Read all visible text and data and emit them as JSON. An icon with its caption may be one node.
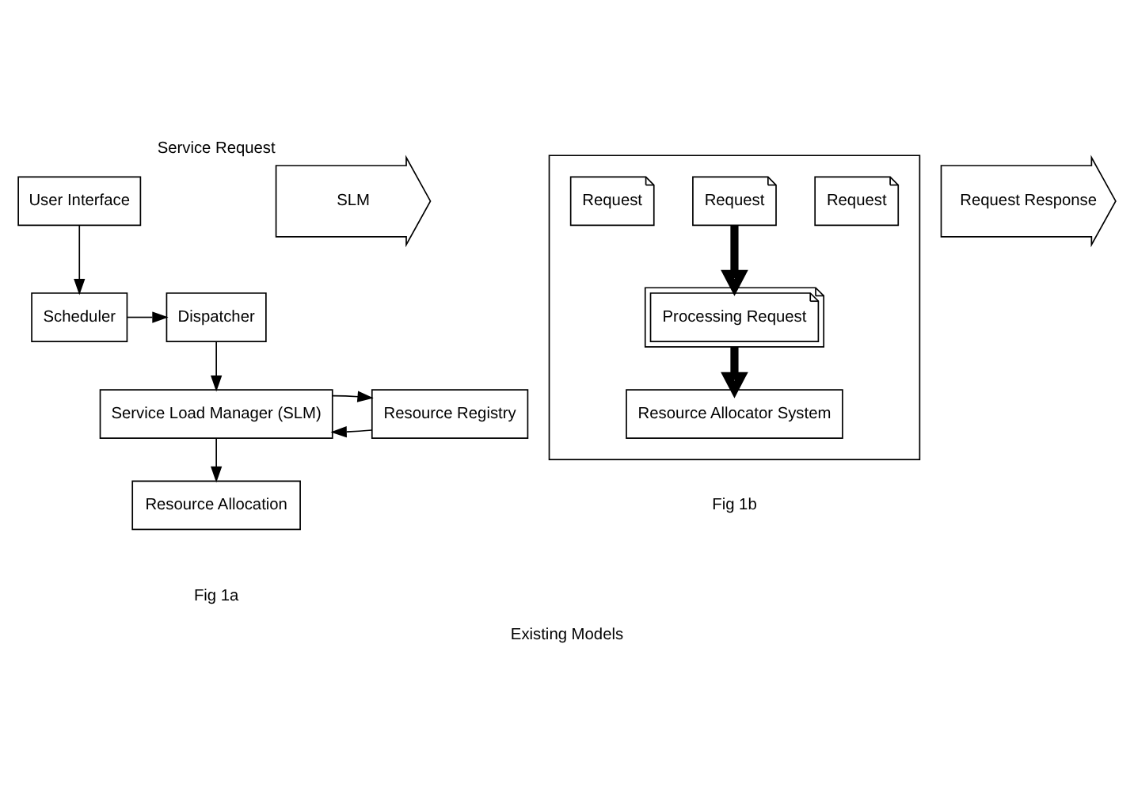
{
  "diagram": {
    "caption": "Existing Models",
    "nodes": [
      {
        "text": [
          "User Interface"
        ]
      },
      {
        "text": [
          "Scheduler"
        ]
      },
      {
        "text": [
          "Dispatcher"
        ]
      },
      {
        "text": [
          "Service Load Manager (SLM)"
        ]
      },
      {
        "text": [
          "Resource Registry"
        ]
      },
      {
        "text": [
          "Resource Allocation"
        ]
      },
      {
        "text": [
          "SLM"
        ],
        "beside": [
          "Service Request"
        ]
      },
      {
        "text": [],
        "shape": "box"
      },
      {
        "text": [
          "Request"
        ],
        "in": 7
      },
      {
        "text": [
          "Request"
        ],
        "in": 7
      },
      {
        "text": [
          "Request"
        ],
        "in": 7
      },
      {
        "text": [
          "Processing Request"
        ],
        "in": 7
      },
      {
        "text": [
          "Resource Allocator System"
        ],
        "in": 7
      },
      {
        "text": [
          "Request Response"
        ]
      }
    ],
    "edges": [
      {
        "from": 0,
        "to": 1,
        "arrow": "to"
      },
      {
        "from": 1,
        "to": 2,
        "arrow": "to"
      },
      {
        "from": 2,
        "to": 3,
        "arrow": "to"
      },
      {
        "from": 4,
        "to": 3,
        "arrow": "to"
      },
      {
        "from": 3,
        "to": 4,
        "arrow": "to"
      },
      {
        "from": 3,
        "to": 5,
        "arrow": "to"
      },
      {
        "from": 9,
        "to": 11,
        "arrow": "to",
        "style": "thick"
      },
      {
        "from": 11,
        "to": 12,
        "arrow": "to",
        "style": "thick"
      }
    ],
    "labels": [
      "Fig 1a",
      "Fig 1b"
    ]
  }
}
